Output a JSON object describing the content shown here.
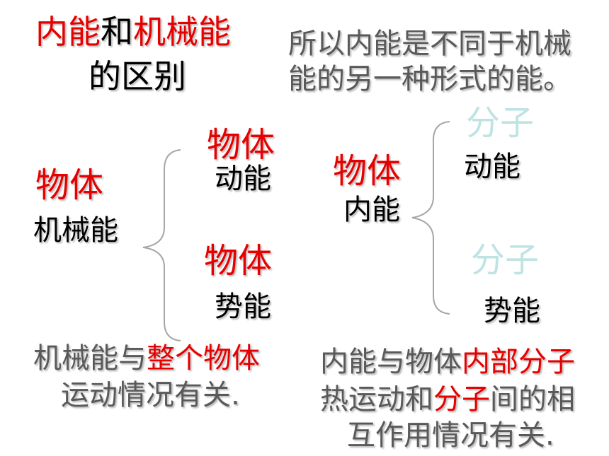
{
  "colors": {
    "red": "#e60000",
    "black": "#000000",
    "gray": "#595959",
    "cyan": "#bfe3e3"
  },
  "title": {
    "part1": "内能",
    "part2": "和",
    "part3": "机械能",
    "line2": "的区别"
  },
  "note": {
    "line1": "所以内能是不同于机械",
    "line2": "能的另一种形式的能。"
  },
  "mechanical": {
    "object": "物体",
    "label": "机械能",
    "kinetic_object": "物体",
    "kinetic": "动能",
    "potential_object": "物体",
    "potential": "势能"
  },
  "internal": {
    "object": "物体",
    "label": "内能",
    "kinetic_molecule": "分子",
    "kinetic": "动能",
    "potential_molecule": "分子",
    "potential": "势能"
  },
  "footer_left": {
    "part1": "机械能与",
    "part2": "整个物体",
    "line2": "运动情况有关."
  },
  "footer_right": {
    "part1": "内能与物体",
    "part2": "内部分子",
    "part3": "热运动和",
    "part4": "分子",
    "part5": "间的相",
    "line3": "互作用情况有关."
  }
}
